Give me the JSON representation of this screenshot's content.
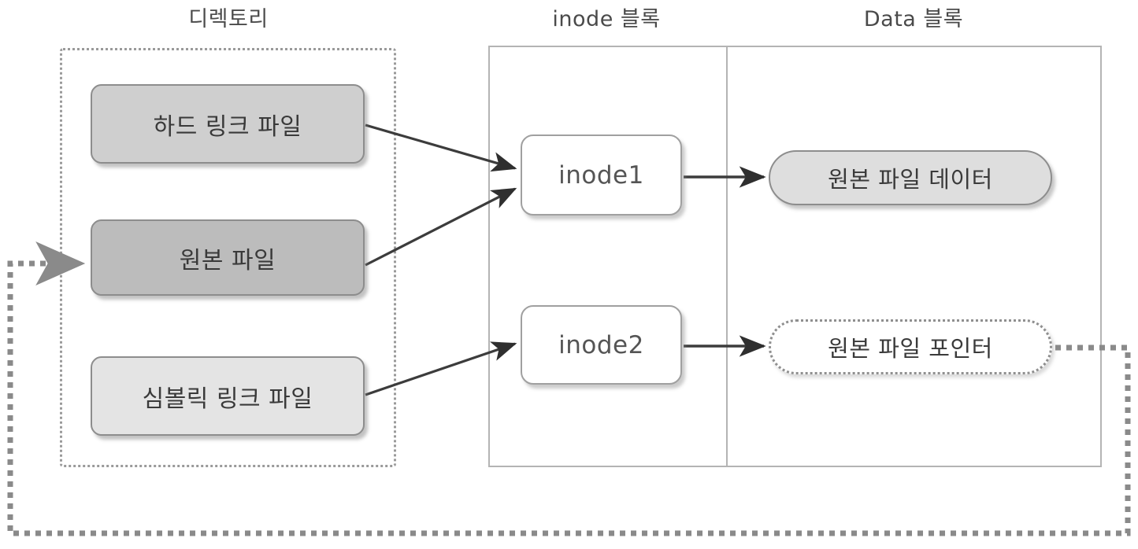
{
  "diagram": {
    "title_columns": {
      "directory": "디렉토리",
      "inode_block": "inode 블록",
      "data_block": "Data 블록"
    },
    "directory_nodes": [
      {
        "id": "hard-link",
        "label": "하드 링크 파일",
        "fill": "#cfcfcf"
      },
      {
        "id": "original-file",
        "label": "원본 파일",
        "fill": "#bcbcbc"
      },
      {
        "id": "symbolic-link",
        "label": "심볼릭 링크 파일",
        "fill": "#e4e4e4"
      }
    ],
    "inode_nodes": [
      {
        "id": "inode1",
        "label": "inode1",
        "fill": "#ffffff"
      },
      {
        "id": "inode2",
        "label": "inode2",
        "fill": "#ffffff"
      }
    ],
    "data_nodes": [
      {
        "id": "file-data",
        "label": "원본 파일 데이터",
        "fill": "#dedede",
        "border": "solid"
      },
      {
        "id": "file-pointer",
        "label": "원본 파일 포인터",
        "fill": "#ffffff",
        "border": "dotted"
      }
    ],
    "edges": [
      {
        "from": "hard-link",
        "to": "inode1",
        "style": "solid-arrow"
      },
      {
        "from": "original-file",
        "to": "inode1",
        "style": "solid-arrow"
      },
      {
        "from": "symbolic-link",
        "to": "inode2",
        "style": "solid-arrow"
      },
      {
        "from": "inode1",
        "to": "file-data",
        "style": "solid-arrow"
      },
      {
        "from": "inode2",
        "to": "file-pointer",
        "style": "solid-arrow"
      },
      {
        "from": "file-pointer",
        "to": "original-file",
        "style": "dotted-arrow"
      }
    ],
    "colors": {
      "line": "#3c3c3c",
      "dotted_line": "#8a8a8a",
      "container_border": "#b4b4b4",
      "directory_border": "#9a9a9a",
      "text": "#3a3a3a",
      "heading_text": "#4a4a4a"
    }
  }
}
